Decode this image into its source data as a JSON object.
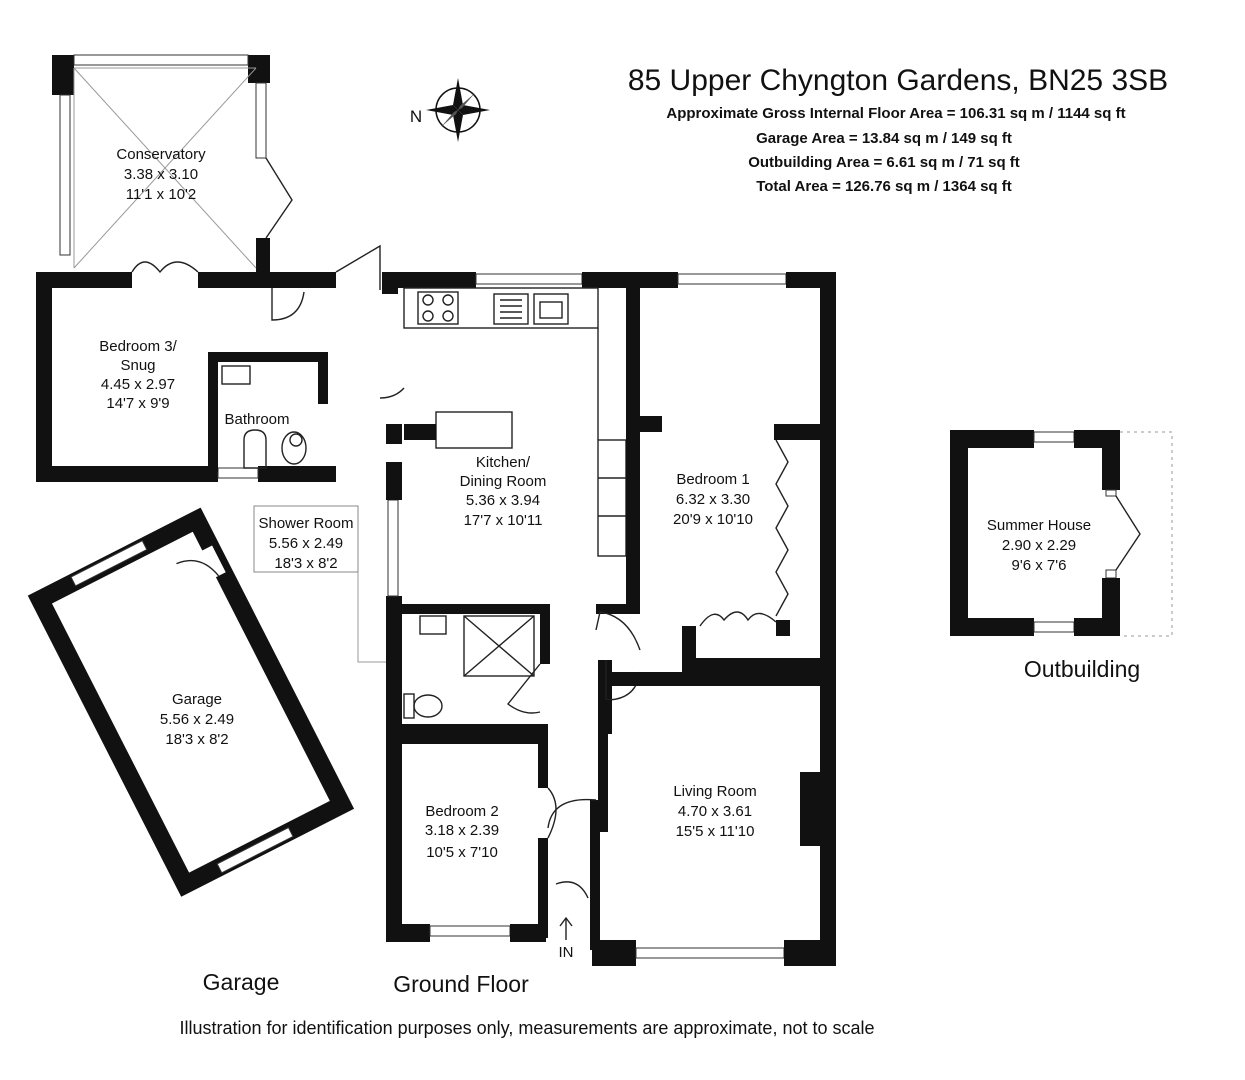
{
  "header": {
    "address": "85 Upper Chyngton Gardens, BN25 3SB",
    "lines": [
      "Approximate Gross Internal Floor Area = 106.31 sq m / 1144 sq ft",
      "Garage Area = 13.84 sq m / 149 sq ft",
      "Outbuilding Area = 6.61 sq m / 71 sq ft",
      "Total Area = 126.76 sq m / 1364 sq ft"
    ]
  },
  "compass": {
    "label": "N",
    "icon": "compass-rose-icon"
  },
  "rooms": {
    "conservatory": {
      "name": "Conservatory",
      "metric": "3.38 x 3.10",
      "imperial": "11'1 x 10'2"
    },
    "bedroom3": {
      "name": "Bedroom 3/",
      "name2": "Snug",
      "metric": "4.45 x 2.97",
      "imperial": "14'7 x 9'9"
    },
    "bathroom": {
      "name": "Bathroom"
    },
    "kitchen": {
      "name": "Kitchen/",
      "name2": "Dining Room",
      "metric": "5.36 x 3.94",
      "imperial": "17'7 x 10'11"
    },
    "bedroom1": {
      "name": "Bedroom 1",
      "metric": "6.32 x 3.30",
      "imperial": "20'9 x 10'10"
    },
    "shower": {
      "name": "Shower Room",
      "metric": "5.56 x 2.49",
      "imperial": "18'3 x 8'2"
    },
    "garage": {
      "name": "Garage",
      "metric": "5.56 x 2.49",
      "imperial": "18'3 x 8'2"
    },
    "bedroom2": {
      "name": "Bedroom 2",
      "metric": "3.18 x 2.39",
      "imperial": "10'5 x 7'10"
    },
    "living": {
      "name": "Living Room",
      "metric": "4.70 x 3.61",
      "imperial": "15'5 x 11'10"
    },
    "summer": {
      "name": "Summer House",
      "metric": "2.90 x 2.29",
      "imperial": "9'6 x 7'6"
    }
  },
  "entrance": {
    "label": "IN"
  },
  "floors": {
    "garage": "Garage",
    "ground": "Ground Floor",
    "outbuilding": "Outbuilding"
  },
  "footer": {
    "disclaimer": "Illustration for identification purposes only, measurements are approximate, not to scale"
  },
  "colors": {
    "wall": "#111111",
    "background": "#ffffff"
  }
}
